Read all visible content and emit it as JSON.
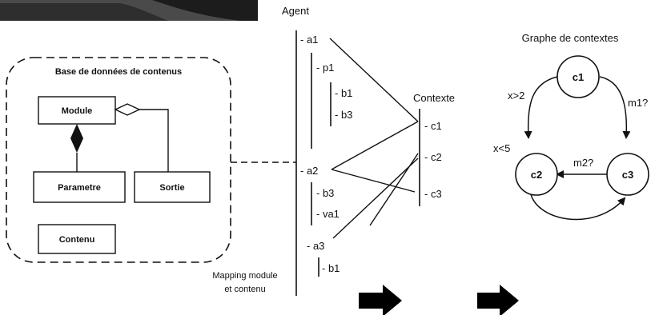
{
  "diagram": {
    "db_box": {
      "title": "Base de données de contenus",
      "module": "Module",
      "parametre": "Parametre",
      "sortie": "Sortie",
      "contenu": "Contenu"
    },
    "mapping_label_line1": "Mapping module",
    "mapping_label_line2": "et contenu",
    "agent": {
      "title": "Agent",
      "items": [
        "- a1",
        "- p1",
        "- b1",
        "- b3",
        "- a2",
        "- b3",
        "- va1",
        "- a3",
        "- b1"
      ]
    },
    "contexte": {
      "title": "Contexte",
      "items": [
        "- c1",
        "- c2",
        "- c3"
      ]
    },
    "graph": {
      "title": "Graphe de contextes",
      "nodes": [
        "c1",
        "c2",
        "c3"
      ],
      "edges": {
        "c1_c2": "x>2",
        "c1_c3": "m1?",
        "c3_c2": "m2?",
        "c2_loop": "x<5"
      }
    }
  }
}
